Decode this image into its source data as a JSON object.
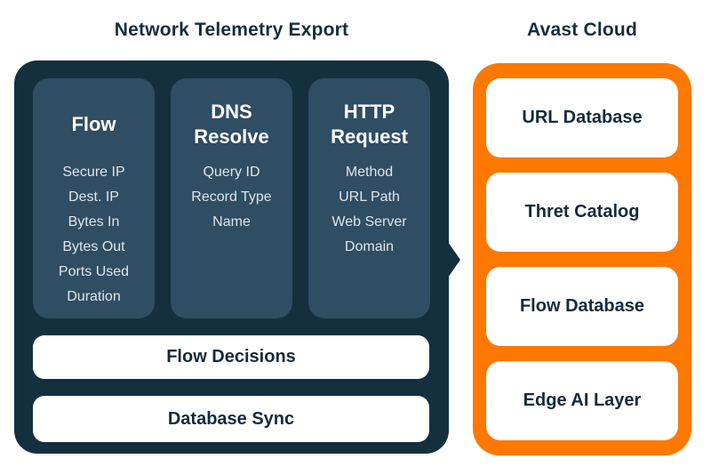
{
  "titles": {
    "left": "Network Telemetry Export",
    "right": "Avast Cloud"
  },
  "colors": {
    "navy_box": "#14303e",
    "column_fill": "#2f4e63",
    "orange": "#ff7800",
    "heading_text": "#ffffff",
    "list_text": "#dee5eb",
    "dark_text": "#142b3b",
    "background": "#ffffff"
  },
  "telemetry": {
    "columns": [
      {
        "heading": "Flow",
        "items": [
          "Secure IP",
          "Dest. IP",
          "Bytes In",
          "Bytes Out",
          "Ports Used",
          "Duration"
        ]
      },
      {
        "heading": "DNS Resolve",
        "items": [
          "Query ID",
          "Record Type",
          "Name"
        ]
      },
      {
        "heading": "HTTP Request",
        "items": [
          "Method",
          "URL Path",
          "Web Server Domain"
        ]
      }
    ],
    "bars": [
      "Flow Decisions",
      "Database Sync"
    ]
  },
  "cloud": {
    "cards": [
      "URL Database",
      "Thret Catalog",
      "Flow Database",
      "Edge AI Layer"
    ]
  }
}
